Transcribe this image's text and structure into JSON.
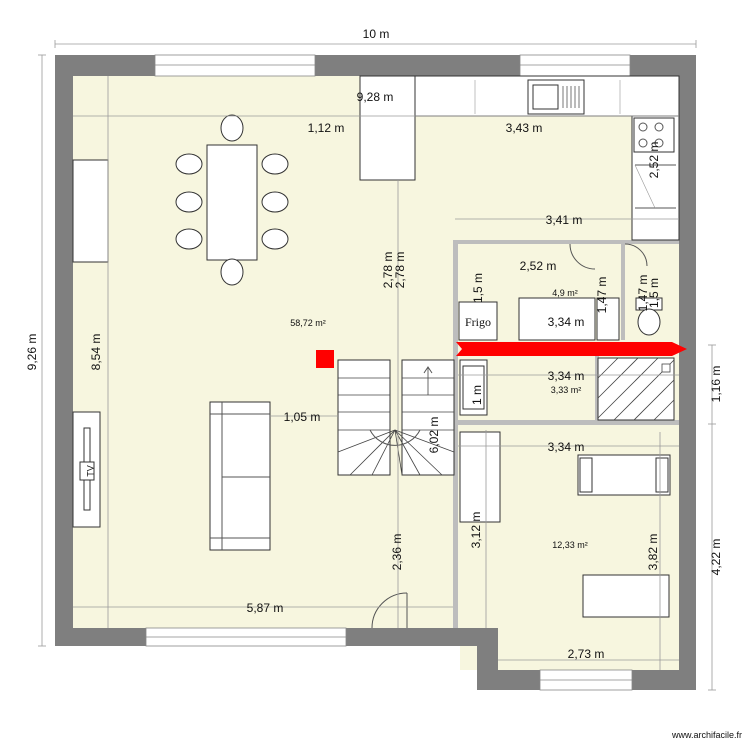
{
  "plan": {
    "dimensions": {
      "overall_width": "10 m",
      "overall_height": "9,26 m",
      "left_inner": "8,54 m",
      "kitchen_top": "9,28 m",
      "kitchen_1_12": "1,12 m",
      "kitchen_3_43": "3,43 m",
      "kitchen_2_52_v": "2,52 m",
      "kitchen_3_41": "3,41 m",
      "stair_2_78_a": "2,78 m",
      "stair_2_78_b": "2,78 m",
      "bath_2_52": "2,52 m",
      "bath_1_5": "1,5 m",
      "bath_1_47_a": "1,47 m",
      "bath_3_34_a": "3,34 m",
      "wc_1_47": "1,47 m",
      "wc_1_5": "1,5 m",
      "corr_3_34": "3,34 m",
      "corr_1_m": "1 m",
      "stair_1_05": "1,05 m",
      "stair_6_02": "6,02 m",
      "right_1_16": "1,16 m",
      "bed_3_34": "3,34 m",
      "bed_3_12": "3,12 m",
      "bed_3_82": "3,82 m",
      "right_4_22": "4,22 m",
      "living_2_36": "2,36 m",
      "living_5_87": "5,87 m",
      "bed_2_73": "2,73 m"
    },
    "areas": {
      "living": "58,72 m²",
      "bathroom": "4,9 m²",
      "corridor": "3,33 m²",
      "bedroom": "12,33 m²"
    },
    "labels": {
      "fridge": "Frigo",
      "tv": "TV"
    },
    "colors": {
      "wall": "#7f7f7f",
      "floor": "#f7f6df",
      "arrow": "#ff0000",
      "marker": "#ff0000"
    },
    "watermark": "www.archifacile.fr"
  }
}
